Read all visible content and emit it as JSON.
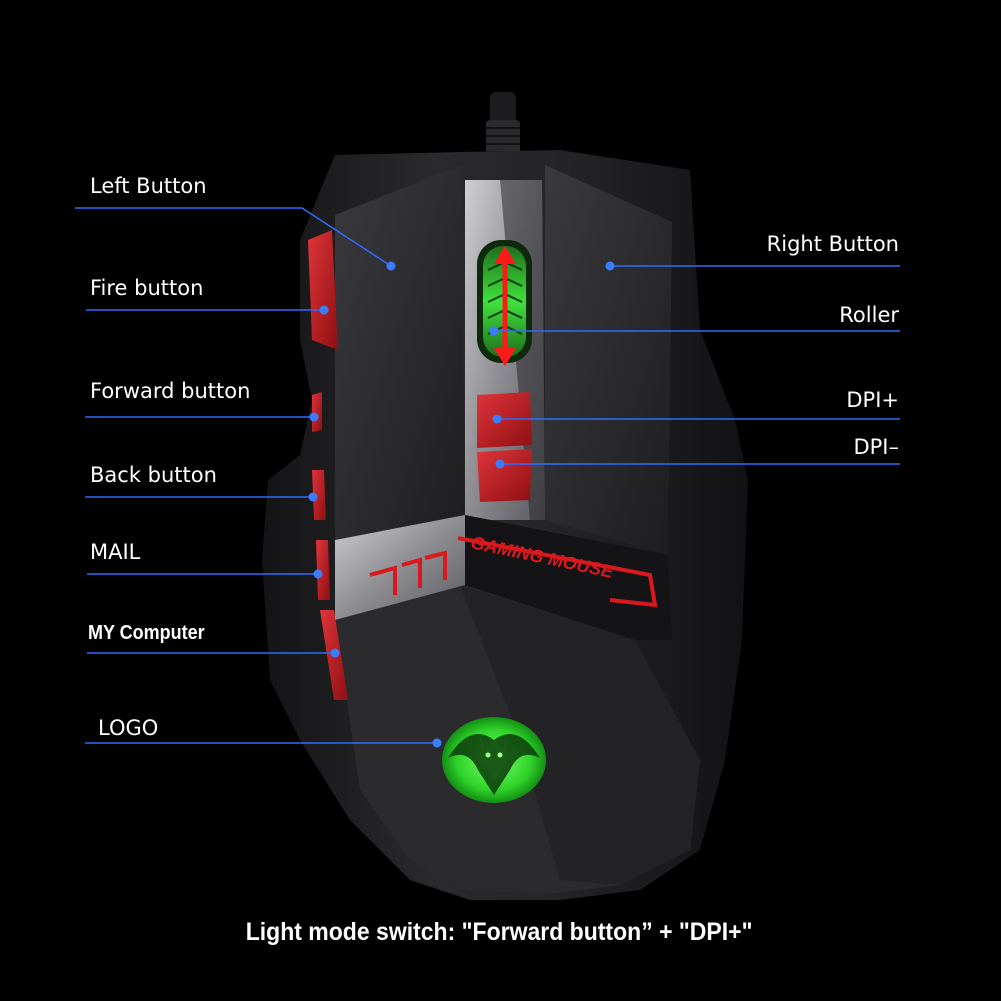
{
  "labels": {
    "left_button": "Left Button",
    "fire_button": "Fire button",
    "forward_button": "Forward button",
    "back_button": "Back button",
    "mail": "MAIL",
    "my_computer": "MY Computer",
    "logo": "LOGO",
    "right_button": "Right Button",
    "roller": "Roller",
    "dpi_plus": "DPI+",
    "dpi_minus": "DPI–"
  },
  "decal_text": "GAMING MOUSE",
  "caption": "Light mode switch: \"Forward button” + \"DPI+\"",
  "colors": {
    "leader_line": "#2f6bff",
    "leader_dot": "#3b7dff",
    "accent_red": "#c8171b",
    "logo_green": "#3df23a",
    "body_dark": "#1f1f21"
  },
  "icons": {
    "logo": "bat-emblem-icon",
    "scroll_arrows": "up-down-arrow-icon"
  }
}
